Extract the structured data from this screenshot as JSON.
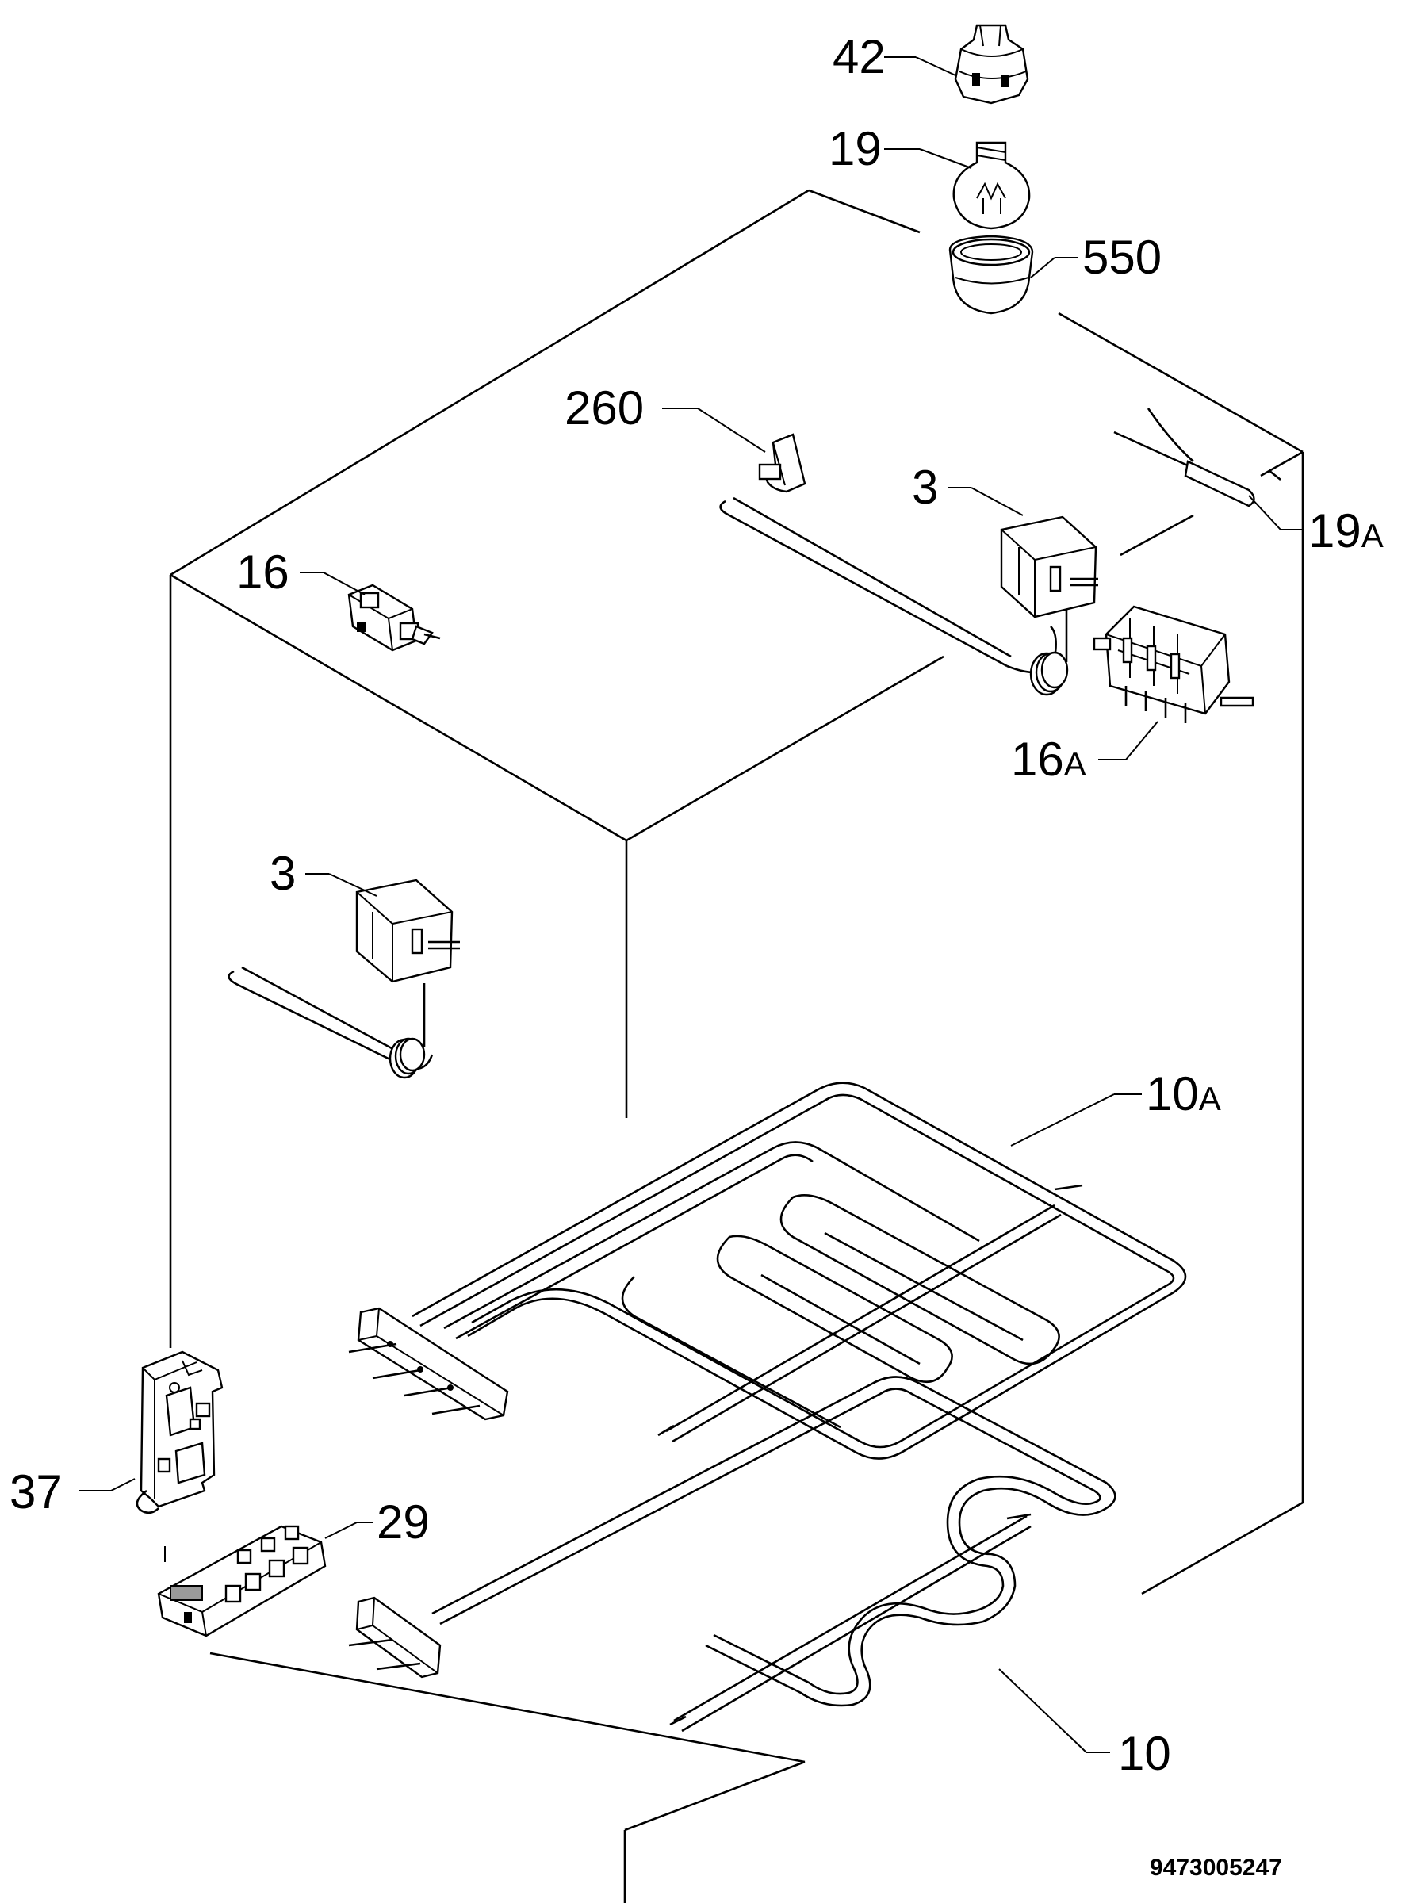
{
  "callouts": {
    "p42": "42",
    "p19": "19",
    "p550": "550",
    "p260": "260",
    "p3_top": "3",
    "p19A_num": "19",
    "p19A_suf": "A",
    "p16": "16",
    "p16A_num": "16",
    "p16A_suf": "A",
    "p3_mid": "3",
    "p10A_num": "10",
    "p10A_suf": "A",
    "p37": "37",
    "p29": "29",
    "p10": "10"
  },
  "drawing_code": "9473005247"
}
